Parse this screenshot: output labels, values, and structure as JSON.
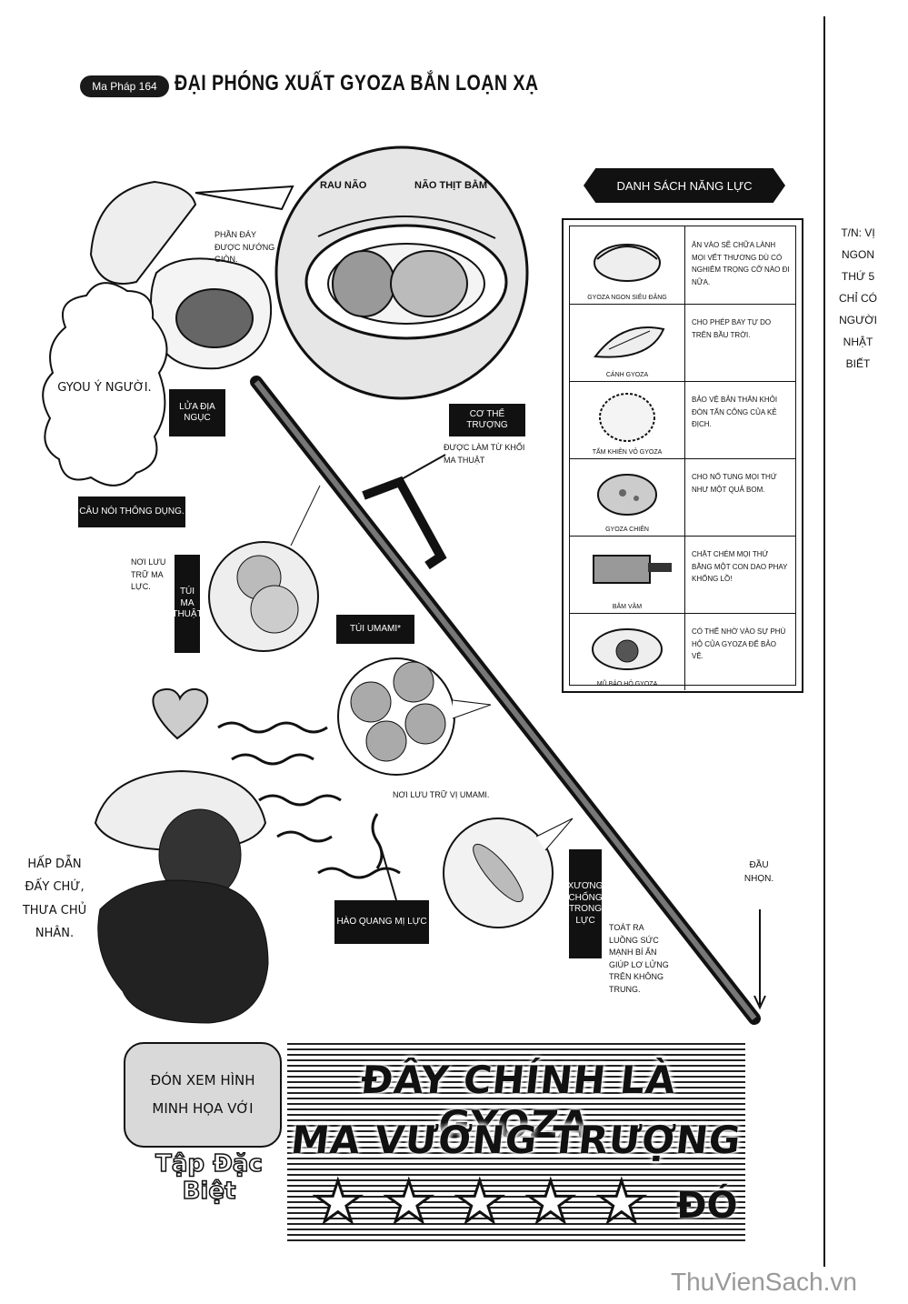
{
  "chapter": {
    "badge": "Ma Pháp 164",
    "title": "ĐẠI PHÓNG XUẤT GYOZA BẮN LOẠN XẠ"
  },
  "cross_section": {
    "left_label": "RAU NÃO",
    "right_label": "NÃO THỊT BẰM",
    "crisp_note": "PHẦN ĐÁY ĐƯỢC NƯỚNG GIÒN."
  },
  "callouts": {
    "gyou_bubble": "GYOU Ý NGƯỜI.",
    "hell_fire": "LỬA ĐỊA NGỤC",
    "common_phrase": "CÂU NÓI THÔNG DỤNG.",
    "staff_body": "CƠ THỂ TRƯỢNG",
    "staff_body_note": "ĐƯỢC LÀM TỪ KHỐI MA THUẬT",
    "storage_note": "NƠI LƯU TRỮ MA LỰC.",
    "magic_bag": "TÚI MA THUẬT",
    "umami_bag": "TÚI UMAMI*",
    "umami_storage": "NƠI LƯU TRỮ VỊ UMAMI.",
    "aura": "HÀO QUANG MỊ LỰC",
    "spine": "XƯƠNG CHỐNG TRONG LỰC",
    "spine_note": "TOÁT RA LUỒNG SỨC MẠNH BÍ ẨN GIÚP LƠ LỬNG TRÊN KHÔNG TRUNG.",
    "tip": "ĐẦU NHỌN.",
    "servant": "HẤP DẪN ĐẤY CHỨ, THƯA CHỦ NHÂN."
  },
  "ability_list": {
    "title": "DANH SÁCH NĂNG LỰC",
    "items": [
      {
        "name": "GYOZA NGON SIÊU ĐẲNG",
        "desc": "ĂN VÀO SẼ CHỮA LÀNH MỌI VẾT THƯƠNG DÙ CÓ NGHIÊM TRỌNG CỠ NÀO ĐI NỮA.",
        "icon": "gyoza-icon"
      },
      {
        "name": "CÁNH GYOZA",
        "desc": "CHO PHÉP BAY TỰ DO TRÊN BẦU TRỜI.",
        "icon": "winged-gyoza-icon"
      },
      {
        "name": "TẤM KHIÊN VỎ GYOZA",
        "desc": "BẢO VỆ BẢN THÂN KHỎI ĐÒN TẤN CÔNG CỦA KẺ ĐỊCH.",
        "icon": "wrapper-shield-icon"
      },
      {
        "name": "GYOZA CHIÊN",
        "desc": "CHO NỔ TUNG MỌI THỨ NHƯ MỘT QUẢ BOM.",
        "icon": "fried-gyoza-icon"
      },
      {
        "name": "BĂM VẰM",
        "desc": "CHẶT CHÉM MỌI THỨ BẰNG MỘT CON DAO PHAY KHỔNG LỒ!",
        "icon": "cleaver-icon"
      },
      {
        "name": "MŨ BẢO HỘ GYOZA",
        "desc": "CÓ THỂ NHỜ VÀO SỰ PHÙ HỘ CỦA GYOZA ĐỂ BẢO VỆ.",
        "icon": "gyoza-helmet-icon"
      }
    ]
  },
  "translator_note": [
    "T/N: VỊ",
    "NGON",
    "THỨ 5",
    "CHỈ CÓ",
    "NGƯỜI",
    "NHẬT",
    "BIẾT"
  ],
  "promo": {
    "bubble_lines": [
      "ĐÓN XEM HÌNH",
      "MINH HỌA VỚI"
    ],
    "special_lines": [
      "Tập Đặc",
      "Biệt"
    ],
    "banner_line1": "ĐÂY CHÍNH LÀ GYOZA",
    "banner_line2": "MA VƯƠNG TRƯỢNG",
    "banner_end": "ĐÓ",
    "star_count": 5
  },
  "watermark": "ThuVienSach.vn"
}
